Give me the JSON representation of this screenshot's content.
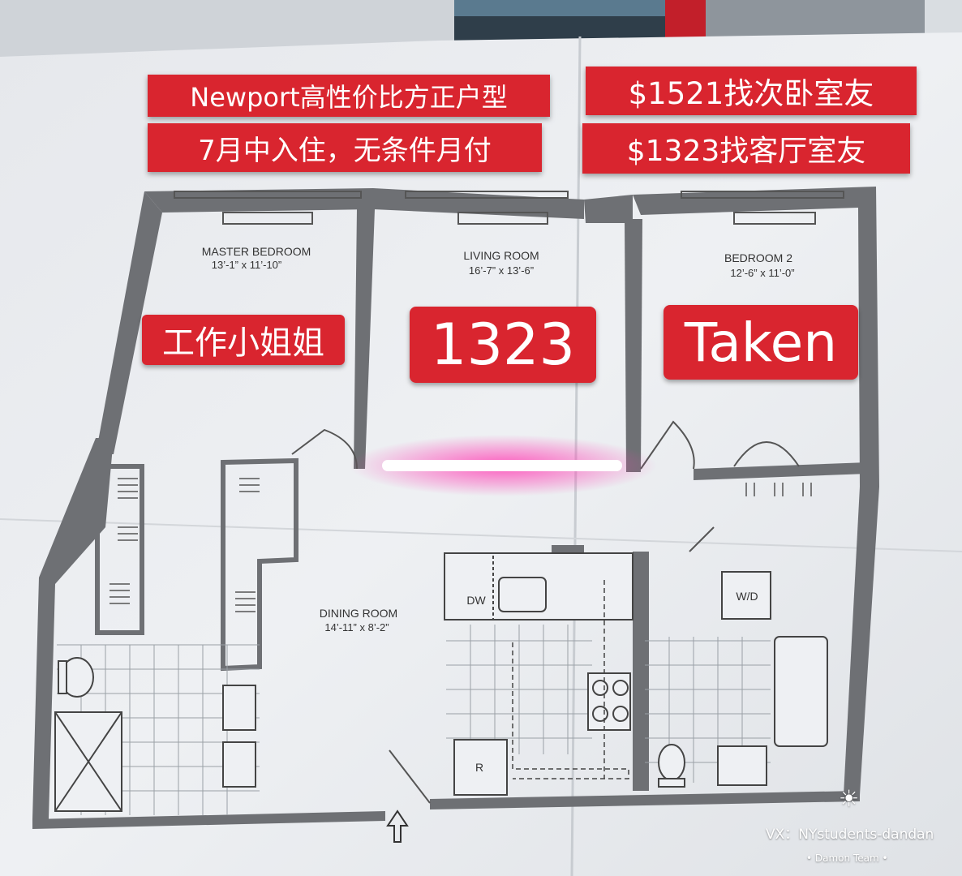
{
  "banners": {
    "title": "Newport高性价比方正户型",
    "movein": "7月中入住，无条件月付",
    "price_bedroom2": "$1521找次卧室友",
    "price_living": "$1323找客厅室友"
  },
  "rooms": {
    "master": {
      "name": "MASTER BEDROOM",
      "dims": "13’-1” x 11’-10”"
    },
    "living": {
      "name": "LIVING ROOM",
      "dims": "16’-7” x 13’-6”"
    },
    "bedroom2": {
      "name": "BEDROOM 2",
      "dims": "12’-6” x 11’-0”"
    },
    "dining": {
      "name": "DINING ROOM",
      "dims": "14’-11” x 8’-2”"
    }
  },
  "fixtures": {
    "dishwasher": "DW",
    "washer_dryer": "W/D",
    "refrigerator": "R"
  },
  "room_tags": {
    "master": "工作小姐姐",
    "living": "1323",
    "bedroom2": "Taken"
  },
  "watermark": {
    "contact": "VX：NYstudents-dandan",
    "team": "• Damon Team •"
  },
  "colors": {
    "label_red": "#d9252f",
    "wall_gray": "#6e7074",
    "highlight_pink": "#ff3fb4"
  }
}
